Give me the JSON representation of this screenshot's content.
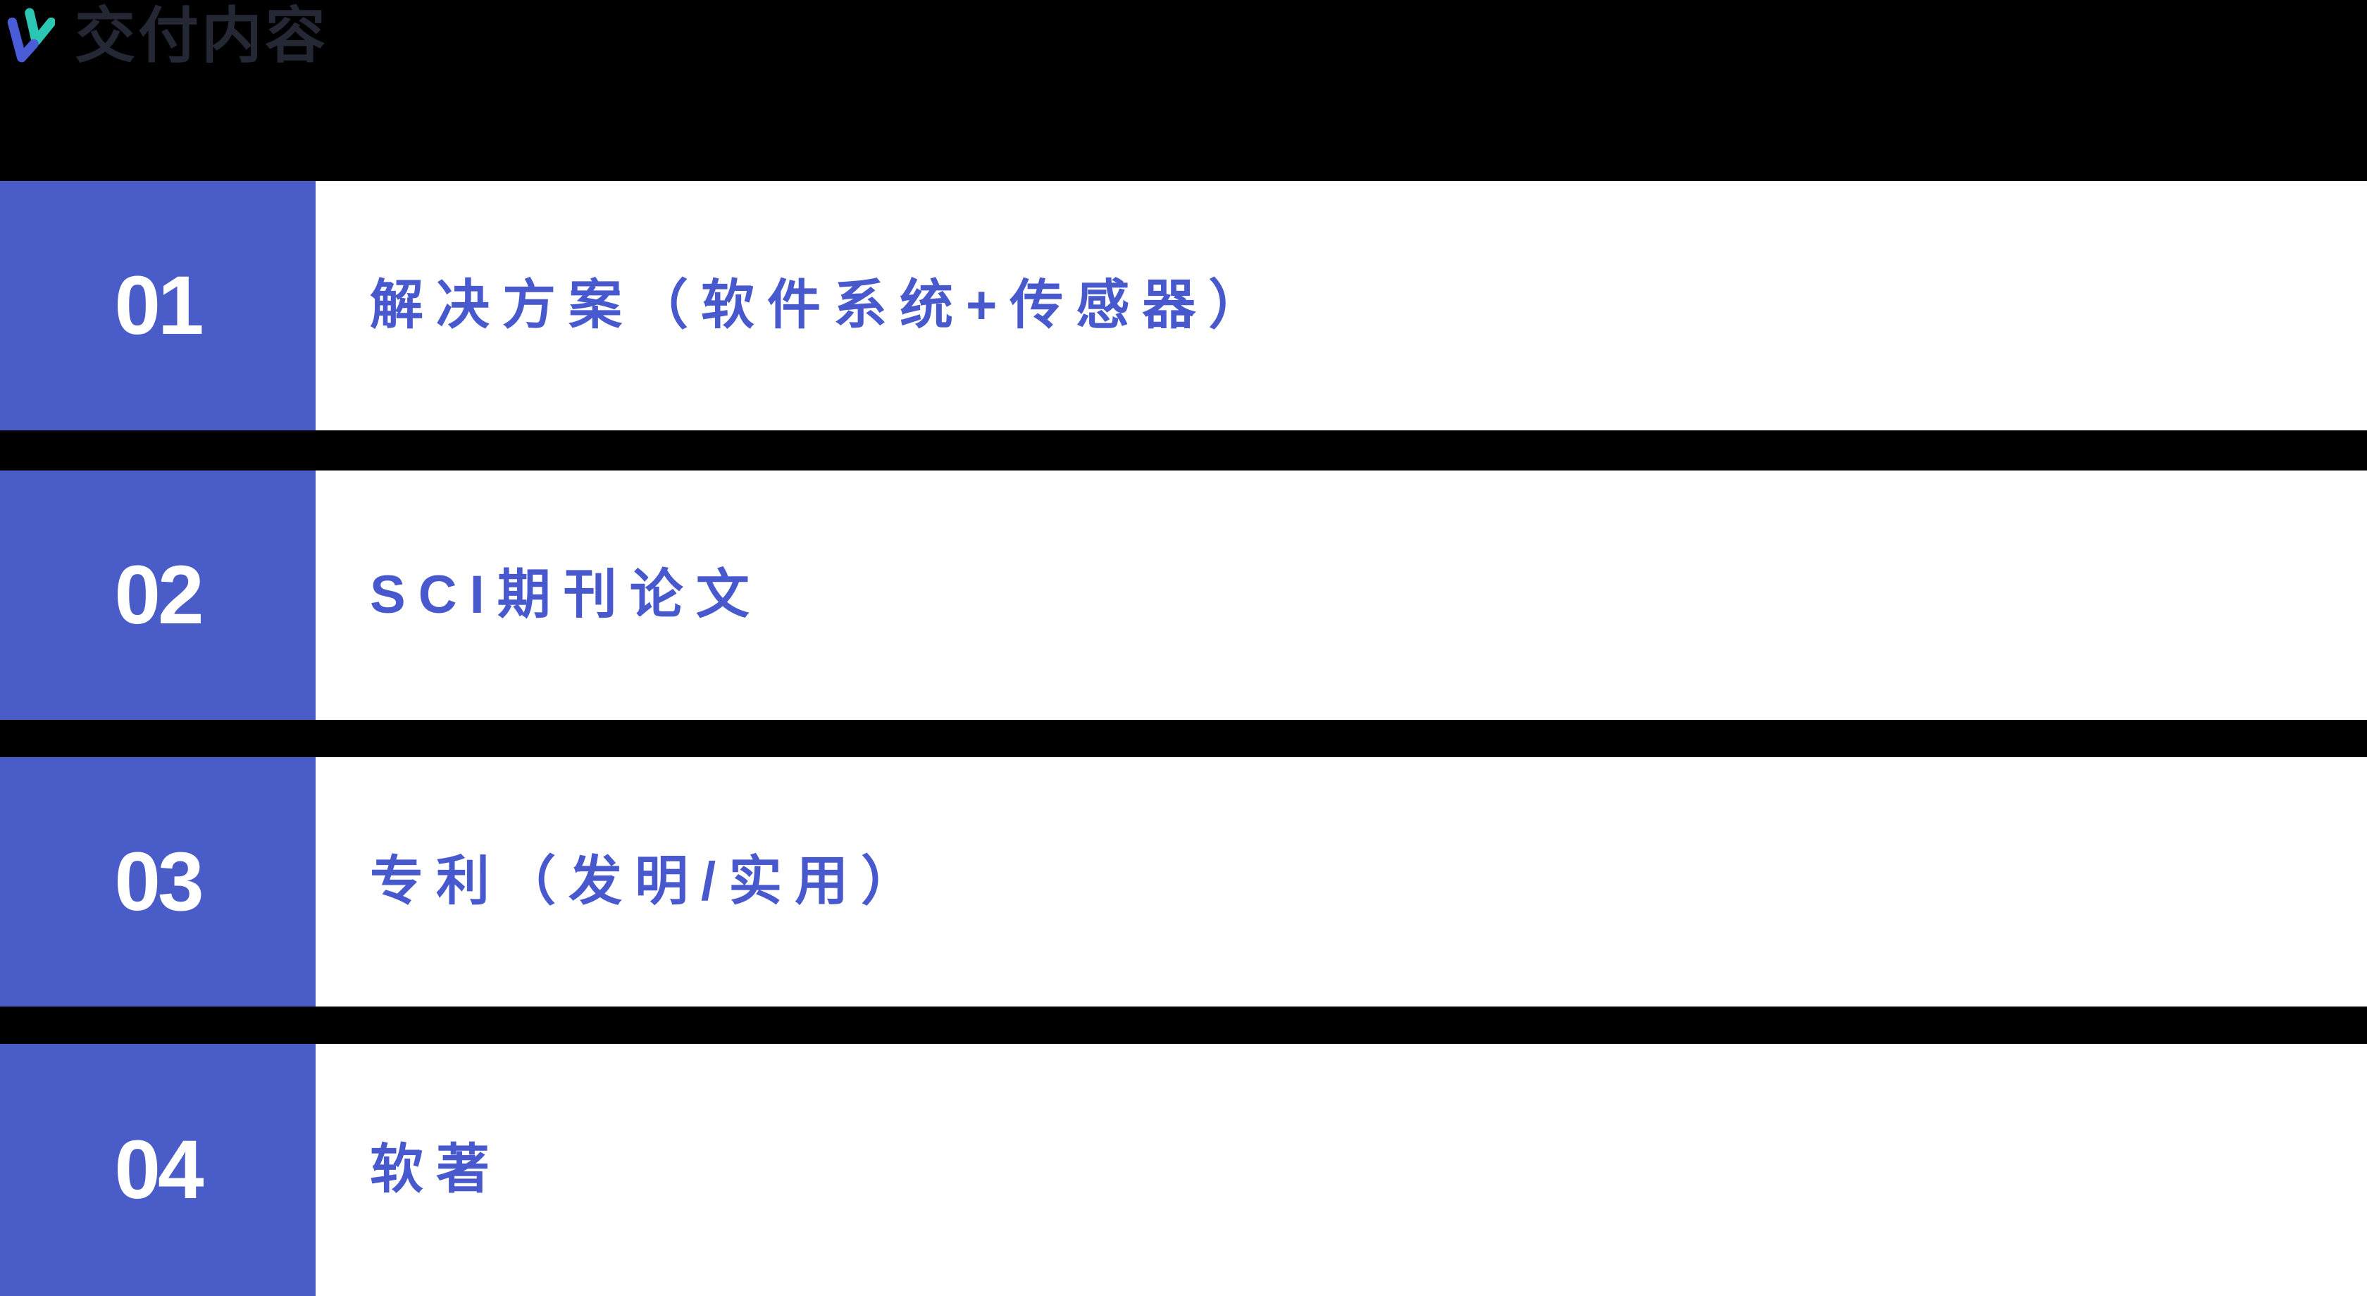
{
  "header": {
    "title": "交付内容",
    "logo": {
      "name": "double-check-logo",
      "teal": "#2BC7B2",
      "blue": "#4A5CD6"
    }
  },
  "rows": [
    {
      "number": "01",
      "label": "解决方案（软件系统+传感器）"
    },
    {
      "number": "02",
      "label": "SCI期刊论文"
    },
    {
      "number": "03",
      "label": "专利（发明/实用）"
    },
    {
      "number": "04",
      "label": "软著"
    }
  ],
  "colors": {
    "background": "#000000",
    "number_box_blue": "#4A5CC8",
    "row_background": "#FFFFFF",
    "label_blue": "#4859CE",
    "title_color": "#232834",
    "number_color": "#FFFFFF"
  }
}
